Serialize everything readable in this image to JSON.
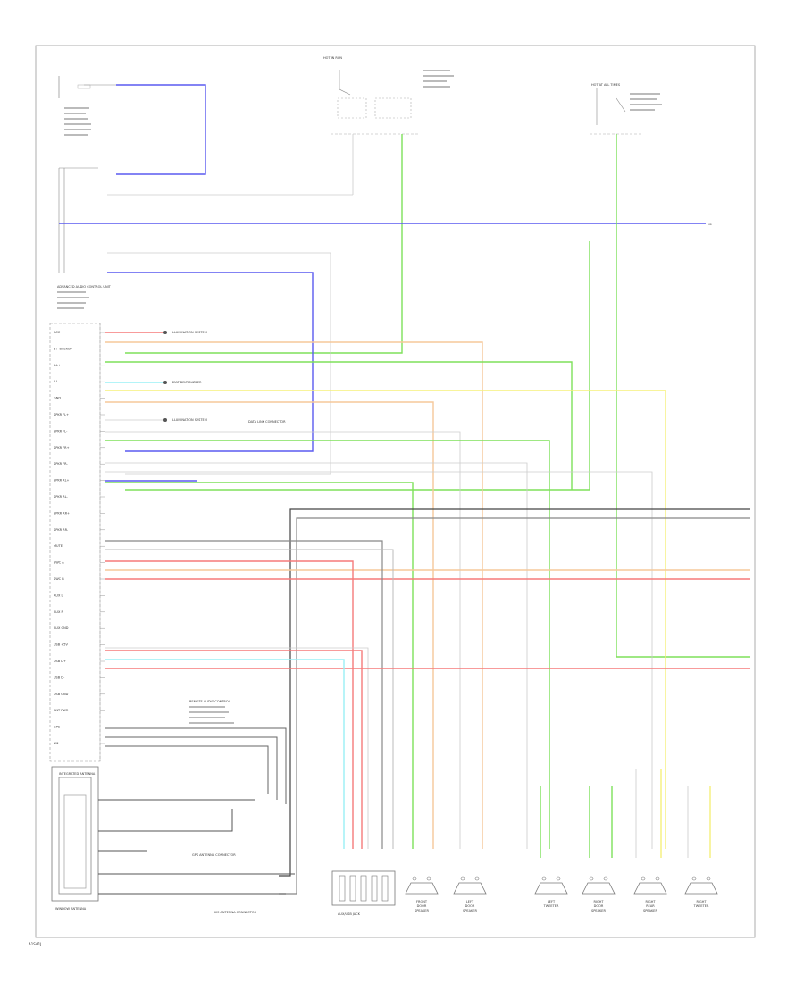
{
  "labels": {
    "footer_left": "A1SA1J",
    "radio_unit_title": "ADVANCED AUDIO CONTROL UNIT",
    "fuse_block_left": "HOT IN RUN",
    "fuse_block_right": "HOT AT ALL TIMES",
    "gnd_label": "G1",
    "antenna_box": "INTEGRATED ANTENNA",
    "antenna_caption": "WINDOW ANTENNA",
    "xm_connector": "XM ANTENNA CONNECTOR",
    "gps_connector": "GPS ANTENNA CONNECTOR",
    "usb_caption": "AUX/USB JACK",
    "remote_block": "REMOTE AUDIO CONTROL",
    "illum_a": "ILLUMINATION SYSTEM",
    "illum_b": "ILLUMINATION SYSTEM",
    "data_link": "DATA LINK CONNECTOR",
    "seat_belt": "SEAT BELT BUZZER"
  },
  "speakers": [
    {
      "label": "FRONT DOOR SPEAKER"
    },
    {
      "label": "LEFT DOOR SPEAKER"
    },
    {
      "label": "LEFT TWEETER"
    },
    {
      "label": "RIGHT DOOR SPEAKER"
    },
    {
      "label": "RIGHT REAR SPEAKER"
    },
    {
      "label": "RIGHT TWEETER"
    }
  ],
  "pin_labels": [
    "ACC",
    "B+ BACKUP",
    "ILL+",
    "ILL-",
    "GND",
    "SPKR FL+",
    "SPKR FL-",
    "SPKR FR+",
    "SPKR FR-",
    "SPKR RL+",
    "SPKR RL-",
    "SPKR RR+",
    "SPKR RR-",
    "MUTE",
    "SWC A",
    "SWC B",
    "AUX L",
    "AUX R",
    "AUX GND",
    "USB +5V",
    "USB D+",
    "USB D-",
    "USB GND",
    "ANT PWR",
    "GPS",
    "XM"
  ],
  "wire_colors": {
    "blue": "#5a5af0",
    "green": "#7ee05a",
    "yellow": "#f5f07a",
    "orange": "#f5c89a",
    "red": "#f57a7a",
    "cyan": "#9af0f5",
    "gray": "#6a6a6a",
    "black": "#222222"
  }
}
